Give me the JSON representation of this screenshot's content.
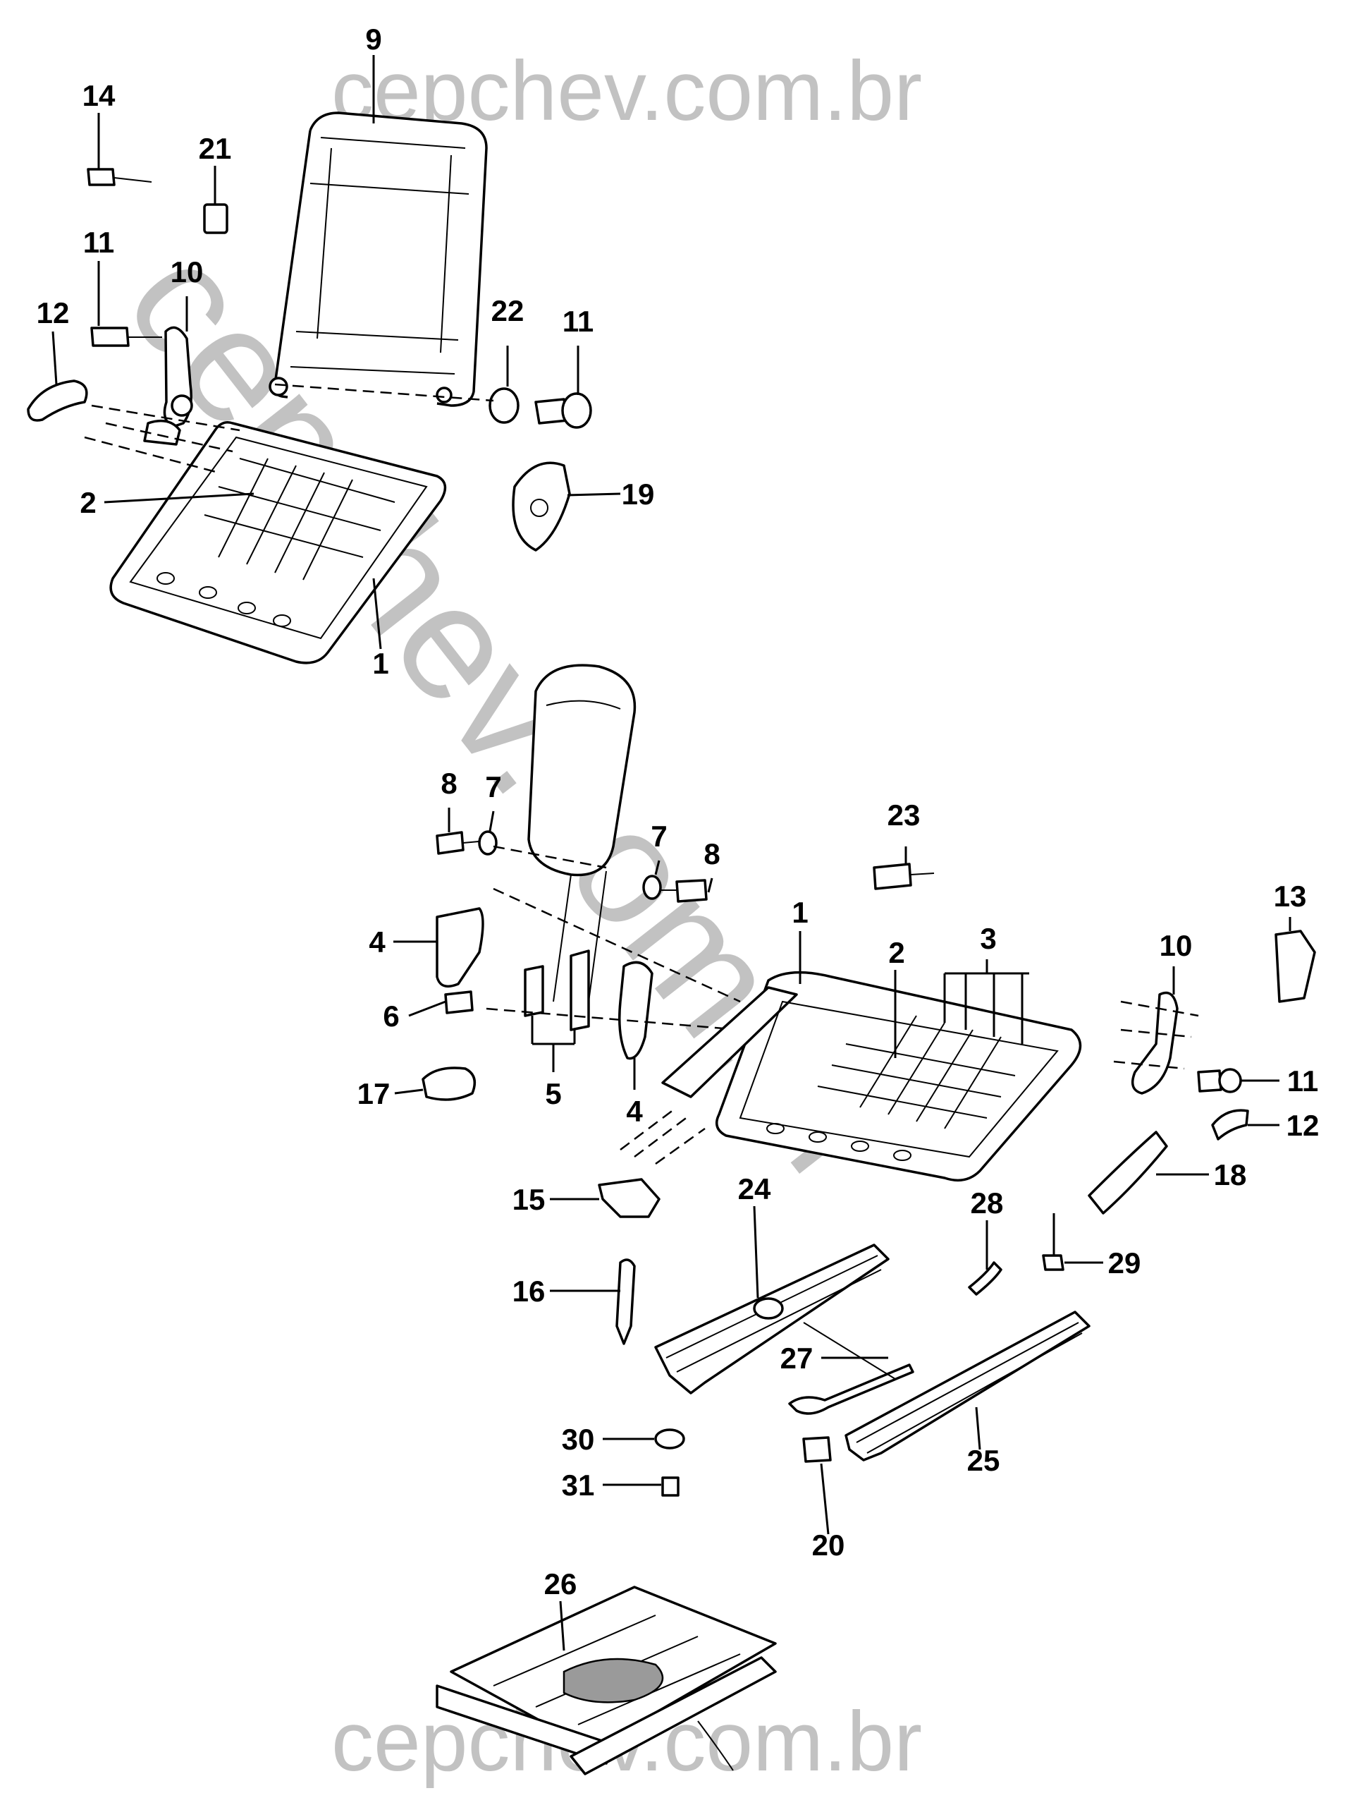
{
  "watermark": {
    "top_text": "cepchev.com.br",
    "bottom_text": "cepchev.com.br",
    "diagonal_text": "cepchev.com.br",
    "color": "#c2c2c2"
  },
  "callouts": [
    {
      "id": "c1a",
      "label": "1"
    },
    {
      "id": "c1b",
      "label": "1"
    },
    {
      "id": "c2a",
      "label": "2"
    },
    {
      "id": "c2b",
      "label": "2"
    },
    {
      "id": "c3",
      "label": "3"
    },
    {
      "id": "c4a",
      "label": "4"
    },
    {
      "id": "c4b",
      "label": "4"
    },
    {
      "id": "c5",
      "label": "5"
    },
    {
      "id": "c6",
      "label": "6"
    },
    {
      "id": "c7a",
      "label": "7"
    },
    {
      "id": "c7b",
      "label": "7"
    },
    {
      "id": "c8a",
      "label": "8"
    },
    {
      "id": "c8b",
      "label": "8"
    },
    {
      "id": "c9",
      "label": "9"
    },
    {
      "id": "c10a",
      "label": "10"
    },
    {
      "id": "c10b",
      "label": "10"
    },
    {
      "id": "c11a",
      "label": "11"
    },
    {
      "id": "c11b",
      "label": "11"
    },
    {
      "id": "c11c",
      "label": "11"
    },
    {
      "id": "c12a",
      "label": "12"
    },
    {
      "id": "c12b",
      "label": "12"
    },
    {
      "id": "c13",
      "label": "13"
    },
    {
      "id": "c14",
      "label": "14"
    },
    {
      "id": "c15",
      "label": "15"
    },
    {
      "id": "c16",
      "label": "16"
    },
    {
      "id": "c17",
      "label": "17"
    },
    {
      "id": "c18",
      "label": "18"
    },
    {
      "id": "c19",
      "label": "19"
    },
    {
      "id": "c20",
      "label": "20"
    },
    {
      "id": "c21",
      "label": "21"
    },
    {
      "id": "c22",
      "label": "22"
    },
    {
      "id": "c23",
      "label": "23"
    },
    {
      "id": "c24",
      "label": "24"
    },
    {
      "id": "c25",
      "label": "25"
    },
    {
      "id": "c26",
      "label": "26"
    },
    {
      "id": "c27",
      "label": "27"
    },
    {
      "id": "c28",
      "label": "28"
    },
    {
      "id": "c29",
      "label": "29"
    },
    {
      "id": "c30",
      "label": "30"
    },
    {
      "id": "c31",
      "label": "31"
    }
  ]
}
